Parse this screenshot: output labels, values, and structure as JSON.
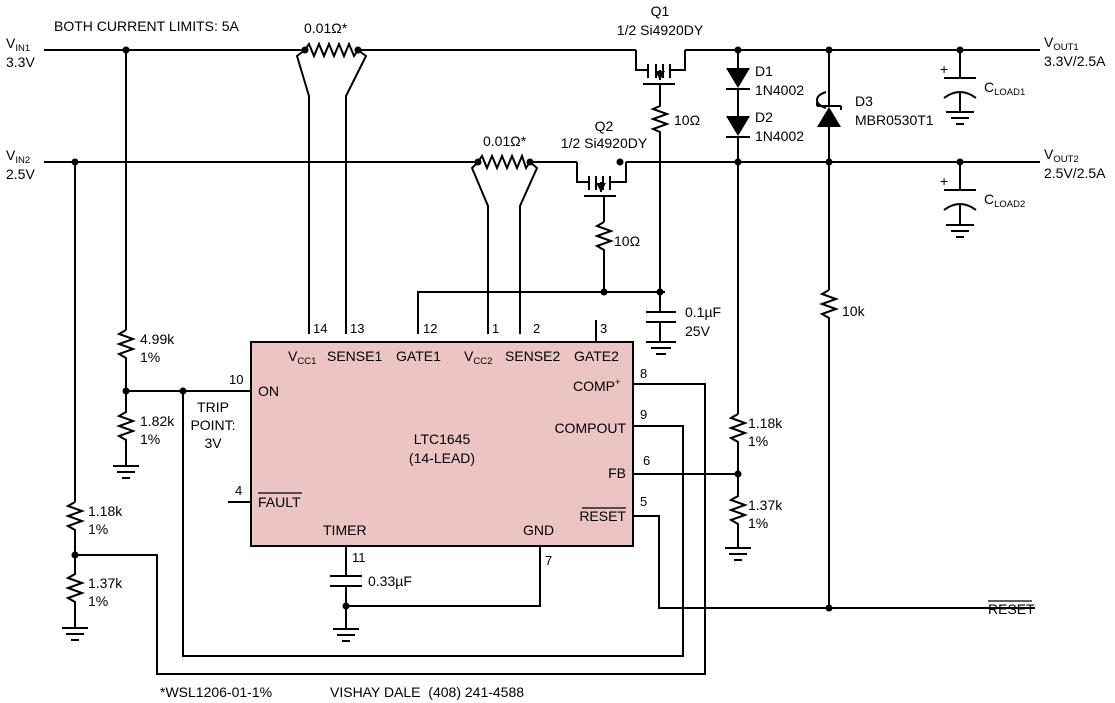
{
  "note_top": "BOTH CURRENT LIMITS: 5A",
  "inputs": {
    "vin1": {
      "v": "V",
      "sub": "IN1",
      "value": "3.3V"
    },
    "vin2": {
      "v": "V",
      "sub": "IN2",
      "value": "2.5V"
    }
  },
  "outputs": {
    "vout1": {
      "v": "V",
      "sub": "OUT1",
      "value": "3.3V/2.5A"
    },
    "vout2": {
      "v": "V",
      "sub": "OUT2",
      "value": "2.5V/2.5A"
    },
    "reset": "RESET"
  },
  "sense_resistor_1": "0.01Ω*",
  "sense_resistor_2": "0.01Ω*",
  "q1": {
    "ref": "Q1",
    "part": "1/2 Si4920DY"
  },
  "q2": {
    "ref": "Q2",
    "part": "1/2 Si4920DY"
  },
  "r_gate1": "10Ω",
  "r_gate2": "10Ω",
  "d1": {
    "ref": "D1",
    "part": "1N4002"
  },
  "d2": {
    "ref": "D2",
    "part": "1N4002"
  },
  "d3": {
    "ref": "D3",
    "part": "MBR0530T1"
  },
  "cload1": {
    "c": "C",
    "sub": "LOAD1"
  },
  "cload2": {
    "c": "C",
    "sub": "LOAD2"
  },
  "cap_gate": {
    "value": "0.1µF",
    "voltage": "25V"
  },
  "cap_timer": "0.33µF",
  "r_pullup": "10k",
  "r_on_top": {
    "value": "4.99k",
    "tol": "1%"
  },
  "r_on_bot": {
    "value": "1.82k",
    "tol": "1%"
  },
  "r_left_top": {
    "value": "1.18k",
    "tol": "1%"
  },
  "r_left_bot": {
    "value": "1.37k",
    "tol": "1%"
  },
  "r_fb_top": {
    "value": "1.18k",
    "tol": "1%"
  },
  "r_fb_bot": {
    "value": "1.37k",
    "tol": "1%"
  },
  "trip_point": [
    "TRIP",
    "POINT:",
    "3V"
  ],
  "chip": {
    "name": "LTC1645",
    "package": "(14-LEAD)",
    "color": "#ecc4c4",
    "pins": {
      "vcc1": {
        "num": "14",
        "v": "V",
        "sub": "CC1"
      },
      "sense1": {
        "num": "13",
        "label": "SENSE1"
      },
      "gate1": {
        "num": "12",
        "label": "GATE1"
      },
      "vcc2": {
        "num": "1",
        "v": "V",
        "sub": "CC2"
      },
      "sense2": {
        "num": "2",
        "label": "SENSE2"
      },
      "gate2": {
        "num": "3",
        "label": "GATE2"
      },
      "on": {
        "num": "10",
        "label": "ON"
      },
      "fault": {
        "num": "4",
        "label": "FAULT"
      },
      "timer": {
        "num": "11",
        "label": "TIMER"
      },
      "gnd": {
        "num": "7",
        "label": "GND"
      },
      "comp_plus": {
        "num": "8",
        "label": "COMP",
        "sup": "+"
      },
      "compout": {
        "num": "9",
        "label": "COMPOUT"
      },
      "fb": {
        "num": "6",
        "label": "FB"
      },
      "reset": {
        "num": "5",
        "label": "RESET"
      }
    }
  },
  "footnote": {
    "part": "*WSL1206-01-1%",
    "vendor": "VISHAY DALE  (408) 241-4588"
  }
}
